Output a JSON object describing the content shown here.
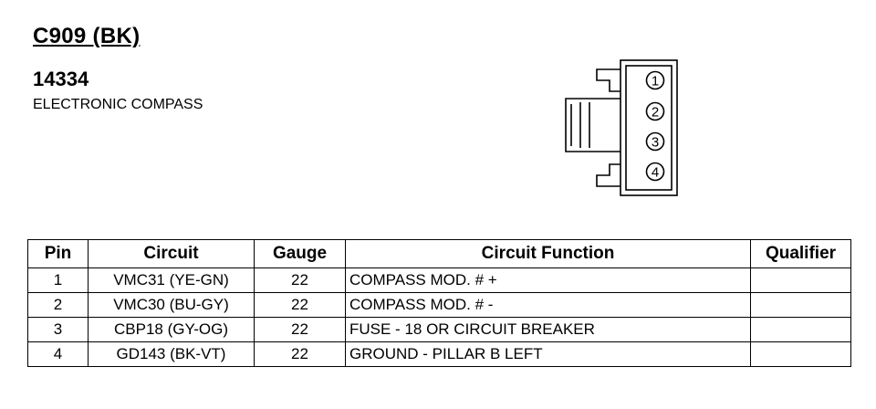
{
  "header": {
    "connector_id": "C909 (BK)",
    "part_number": "14334",
    "description": "ELECTRONIC COMPASS"
  },
  "connector_diagram": {
    "pin_labels": [
      "1",
      "2",
      "3",
      "4"
    ]
  },
  "table": {
    "columns": [
      "Pin",
      "Circuit",
      "Gauge",
      "Circuit Function",
      "Qualifier"
    ],
    "rows": [
      {
        "pin": "1",
        "circuit": "VMC31 (YE-GN)",
        "gauge": "22",
        "function": "COMPASS MOD. # +",
        "qualifier": ""
      },
      {
        "pin": "2",
        "circuit": "VMC30 (BU-GY)",
        "gauge": "22",
        "function": "COMPASS MOD. # -",
        "qualifier": ""
      },
      {
        "pin": "3",
        "circuit": "CBP18 (GY-OG)",
        "gauge": "22",
        "function": "FUSE - 18 OR CIRCUIT BREAKER",
        "qualifier": ""
      },
      {
        "pin": "4",
        "circuit": "GD143 (BK-VT)",
        "gauge": "22",
        "function": "GROUND - PILLAR B LEFT",
        "qualifier": ""
      }
    ]
  }
}
